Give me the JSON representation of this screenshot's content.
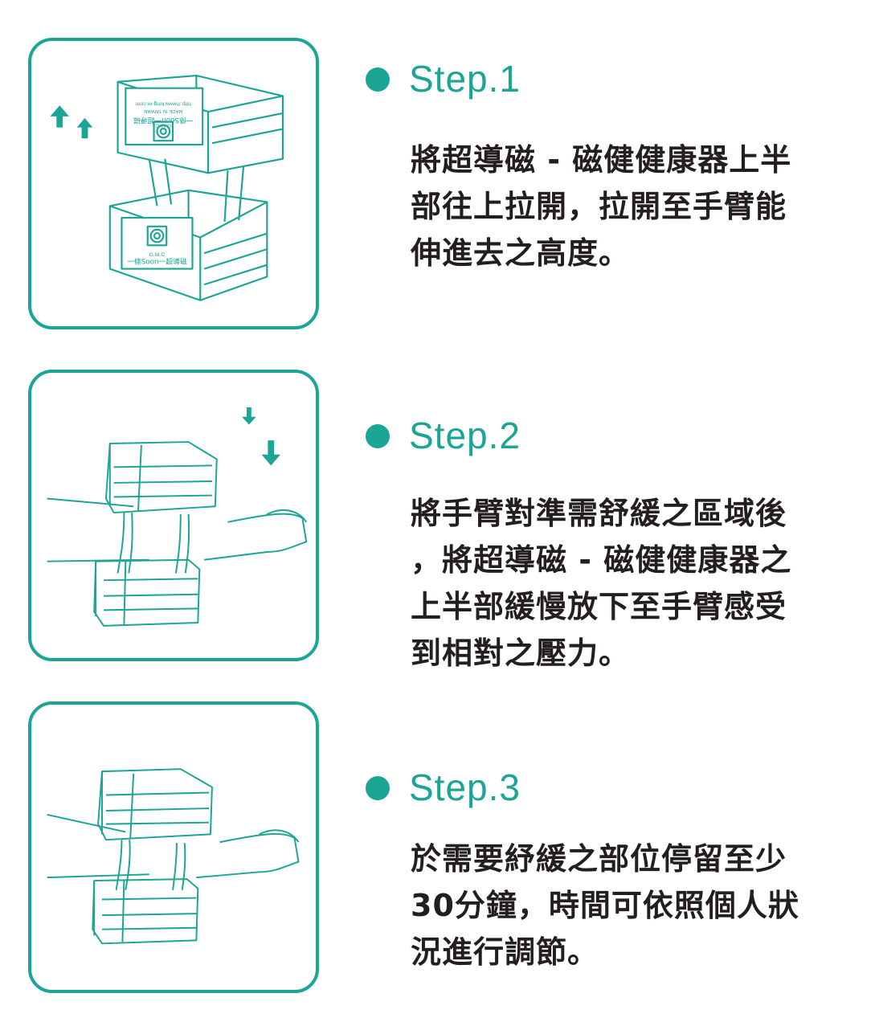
{
  "accent_color": "#1aa594",
  "text_color": "#231f20",
  "steps": [
    {
      "title": "Step.1",
      "lines": [
        "將超導磁 - 磁健健康器上半",
        "部往上拉開，拉開至手臂能",
        "伸進去之高度。"
      ],
      "illustration": "device-pulled-apart-with-up-arrows",
      "box_labels": [
        "http://www.kmg-m.com",
        "MADE IN TAIWAN",
        "一條Soon一超導磁",
        "G.M.C"
      ]
    },
    {
      "title": "Step.2",
      "lines": [
        "將手臂對準需舒緩之區域後",
        "，將超導磁 - 磁健健康器之",
        "上半部緩慢放下至手臂感受",
        "到相對之壓力。"
      ],
      "illustration": "arm-between-device-with-down-arrows"
    },
    {
      "title": "Step.3",
      "lines": [
        "於需要紓緩之部位停留至少",
        "30分鐘，時間可依照個人狀",
        "況進行調節。"
      ],
      "illustration": "arm-resting-in-device"
    }
  ]
}
